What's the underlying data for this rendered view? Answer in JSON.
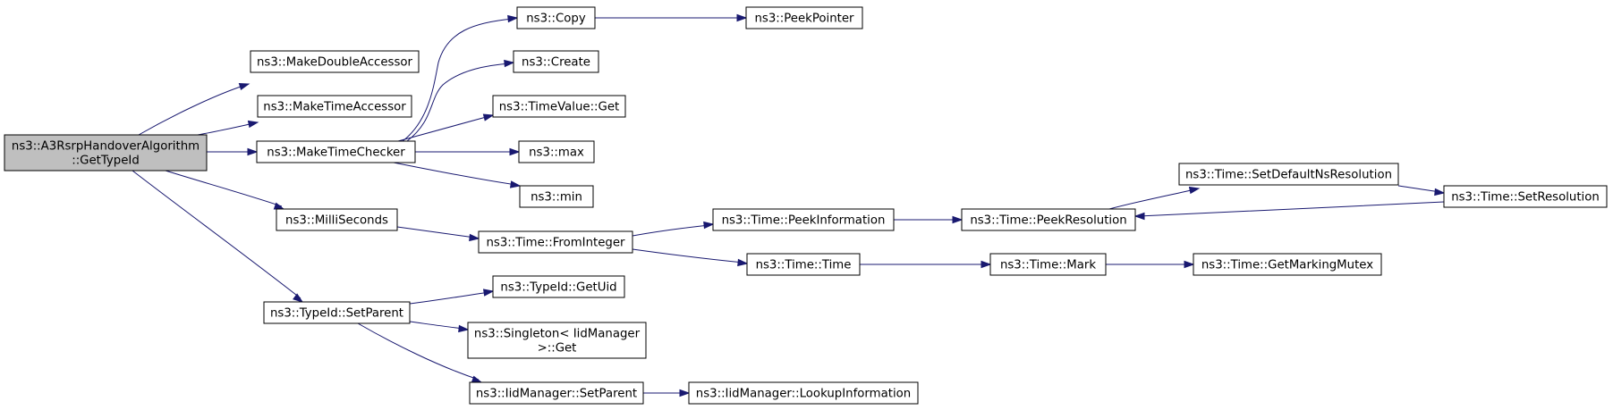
{
  "colors": {
    "edge": "#191970",
    "node_fill": "#ffffff",
    "root_fill": "#bfbfbf",
    "border": "#000000"
  },
  "nodes": [
    {
      "id": "root",
      "lines": [
        "ns3::A3RsrpHandoverAlgorithm",
        "::GetTypeId"
      ],
      "root": true
    },
    {
      "id": "makeDoubleAccessor",
      "lines": [
        "ns3::MakeDoubleAccessor"
      ]
    },
    {
      "id": "makeTimeAccessor",
      "lines": [
        "ns3::MakeTimeAccessor"
      ]
    },
    {
      "id": "makeTimeChecker",
      "lines": [
        "ns3::MakeTimeChecker"
      ]
    },
    {
      "id": "milliSeconds",
      "lines": [
        "ns3::MilliSeconds"
      ]
    },
    {
      "id": "typeIdSetParent",
      "lines": [
        "ns3::TypeId::SetParent"
      ]
    },
    {
      "id": "copy",
      "lines": [
        "ns3::Copy"
      ]
    },
    {
      "id": "peekPointer",
      "lines": [
        "ns3::PeekPointer"
      ]
    },
    {
      "id": "create",
      "lines": [
        "ns3::Create"
      ]
    },
    {
      "id": "timeValueGet",
      "lines": [
        "ns3::TimeValue::Get"
      ]
    },
    {
      "id": "max",
      "lines": [
        "ns3::max"
      ]
    },
    {
      "id": "min",
      "lines": [
        "ns3::min"
      ]
    },
    {
      "id": "fromInteger",
      "lines": [
        "ns3::Time::FromInteger"
      ]
    },
    {
      "id": "peekInformation",
      "lines": [
        "ns3::Time::PeekInformation"
      ]
    },
    {
      "id": "peekResolution",
      "lines": [
        "ns3::Time::PeekResolution"
      ]
    },
    {
      "id": "setDefaultNsResolution",
      "lines": [
        "ns3::Time::SetDefaultNsResolution"
      ]
    },
    {
      "id": "setResolution",
      "lines": [
        "ns3::Time::SetResolution"
      ]
    },
    {
      "id": "timeTime",
      "lines": [
        "ns3::Time::Time"
      ]
    },
    {
      "id": "mark",
      "lines": [
        "ns3::Time::Mark"
      ]
    },
    {
      "id": "getMarkingMutex",
      "lines": [
        "ns3::Time::GetMarkingMutex"
      ]
    },
    {
      "id": "getUid",
      "lines": [
        "ns3::TypeId::GetUid"
      ]
    },
    {
      "id": "singletonGet",
      "lines": [
        "ns3::Singleton< IidManager",
        ">::Get"
      ]
    },
    {
      "id": "iidSetParent",
      "lines": [
        "ns3::IidManager::SetParent"
      ]
    },
    {
      "id": "lookupInformation",
      "lines": [
        "ns3::IidManager::LookupInformation"
      ]
    }
  ],
  "edges": [
    [
      "root",
      "makeDoubleAccessor"
    ],
    [
      "root",
      "makeTimeAccessor"
    ],
    [
      "root",
      "makeTimeChecker"
    ],
    [
      "root",
      "milliSeconds"
    ],
    [
      "root",
      "typeIdSetParent"
    ],
    [
      "makeTimeChecker",
      "copy"
    ],
    [
      "makeTimeChecker",
      "create"
    ],
    [
      "makeTimeChecker",
      "timeValueGet"
    ],
    [
      "makeTimeChecker",
      "max"
    ],
    [
      "makeTimeChecker",
      "min"
    ],
    [
      "copy",
      "peekPointer"
    ],
    [
      "milliSeconds",
      "fromInteger"
    ],
    [
      "fromInteger",
      "peekInformation"
    ],
    [
      "fromInteger",
      "timeTime"
    ],
    [
      "peekInformation",
      "peekResolution"
    ],
    [
      "peekResolution",
      "setDefaultNsResolution"
    ],
    [
      "setDefaultNsResolution",
      "setResolution"
    ],
    [
      "setResolution",
      "peekResolution"
    ],
    [
      "timeTime",
      "mark"
    ],
    [
      "mark",
      "getMarkingMutex"
    ],
    [
      "typeIdSetParent",
      "getUid"
    ],
    [
      "typeIdSetParent",
      "singletonGet"
    ],
    [
      "typeIdSetParent",
      "iidSetParent"
    ],
    [
      "iidSetParent",
      "lookupInformation"
    ]
  ]
}
